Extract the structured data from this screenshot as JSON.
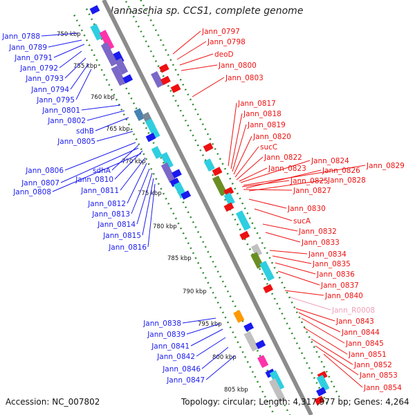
{
  "title": "Jannaschia sp. CCS1, complete genome",
  "footer": {
    "accession": "Accession: NC_007802",
    "summary": "Topology: circular; Length: 4,317,977 bp; Genes: 4,264"
  },
  "colors": {
    "backbone": "#8c8c8c",
    "tick": "#2e8b2e",
    "plus_strand": "#1a1aee",
    "minus_strand": "#ee1111",
    "rna": "#f0a0b8"
  },
  "scale_labels": [
    "750 kbp",
    "755 kbp",
    "760 kbp",
    "765 kbp",
    "770 kbp",
    "775 kbp",
    "780 kbp",
    "785 kbp",
    "790 kbp",
    "795 kbp",
    "800 kbp",
    "805 kbp"
  ],
  "left_labels": [
    "Jann_0788",
    "Jann_0789",
    "Jann_0791",
    "Jann_0792",
    "Jann_0793",
    "Jann_0794",
    "Jann_0795",
    "Jann_0801",
    "Jann_0802",
    "sdhB",
    "Jann_0805",
    "Jann_0806",
    "sdhA",
    "Jann_0807",
    "Jann_0810",
    "Jann_0808",
    "Jann_0811",
    "Jann_0812",
    "Jann_0813",
    "Jann_0814",
    "Jann_0815",
    "Jann_0816",
    "Jann_0838",
    "Jann_0839",
    "Jann_0841",
    "Jann_0842",
    "Jann_0846",
    "Jann_0847"
  ],
  "right_labels": [
    "Jann_0797",
    "Jann_0798",
    "deoD",
    "Jann_0800",
    "Jann_0803",
    "Jann_0817",
    "Jann_0818",
    "Jann_0819",
    "Jann_0820",
    "sucC",
    "Jann_0822",
    "Jann_0824",
    "Jann_0829",
    "Jann_0823",
    "Jann_0826",
    "Jann_0825",
    "Jann_0828",
    "Jann_0827",
    "Jann_0830",
    "sucA",
    "Jann_0832",
    "Jann_0833",
    "Jann_0834",
    "Jann_0835",
    "Jann_0836",
    "Jann_0837",
    "Jann_0840",
    "Jann_R0008",
    "Jann_0843",
    "Jann_0844",
    "Jann_0845",
    "Jann_0851",
    "Jann_0852",
    "Jann_0853",
    "Jann_0854"
  ],
  "rna_labels": [
    "Jann_R0008"
  ]
}
